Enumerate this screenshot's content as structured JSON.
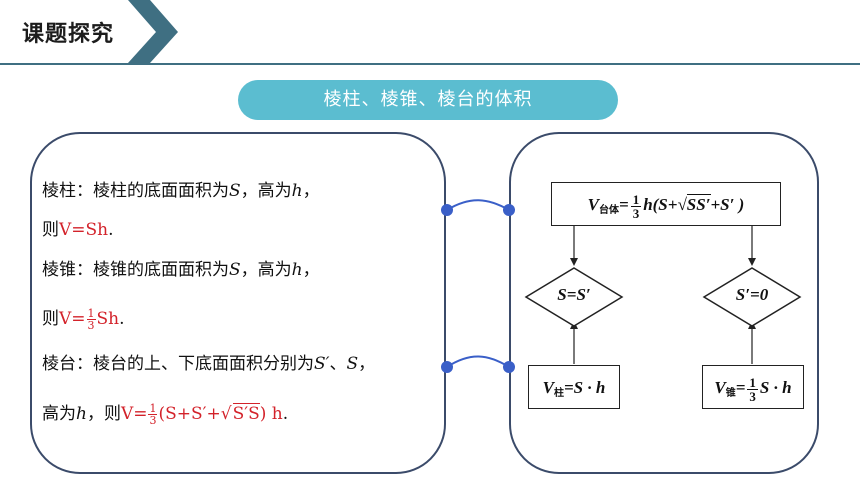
{
  "header": {
    "title": "课题探究"
  },
  "banner": {
    "title": "棱柱、棱锥、棱台的体积"
  },
  "left_panel": {
    "prism": {
      "label": "棱柱：棱柱的底面面积为",
      "S": "S",
      "comma_height": "，高为",
      "h": "h",
      "end": "，",
      "then": "则",
      "formula": "V=Sh",
      "period": "."
    },
    "pyramid": {
      "label": "棱锥：棱锥的底面面积为",
      "S": "S",
      "comma_height": "，高为",
      "h": "h",
      "end": "，",
      "then": "则",
      "formula_prefix": "V=",
      "frac_num": "1",
      "frac_den": "3",
      "formula_suffix": "Sh",
      "period": "."
    },
    "frustum": {
      "label": "棱台：棱台的上、下底面面积分别为",
      "S_prime": "S′",
      "sep": "、",
      "S": "S",
      "end": "，",
      "height": "高为",
      "h": "h",
      "then": "，则",
      "formula_prefix": "V=",
      "frac_num": "1",
      "frac_den": "3",
      "formula_open": "(S+S′+",
      "sqrt_content": "S′S",
      "formula_close": ")",
      "formula_suffix": " h",
      "period": "."
    }
  },
  "right_panel": {
    "top_box": {
      "V": "V",
      "sub": "台体",
      "eq": "=",
      "frac_num": "1",
      "frac_den": "3",
      "h_open": "h(S+",
      "sqrt_content": "SS′",
      "close": "+S′ )"
    },
    "diamond_left": "S=S′",
    "diamond_right": "S′=0",
    "box_left": {
      "V": "V",
      "sub": "柱",
      "expr": "=S · h"
    },
    "box_right": {
      "V": "V",
      "sub": "锥",
      "eq": "=",
      "frac_num": "1",
      "frac_den": "3",
      "expr": "S · h"
    }
  },
  "colors": {
    "accent": "#5bbdd0",
    "frame": "#3b4b6a",
    "formula_red": "#d3222a",
    "connector": "#3a5fc8",
    "header_line": "#3f6f82"
  }
}
